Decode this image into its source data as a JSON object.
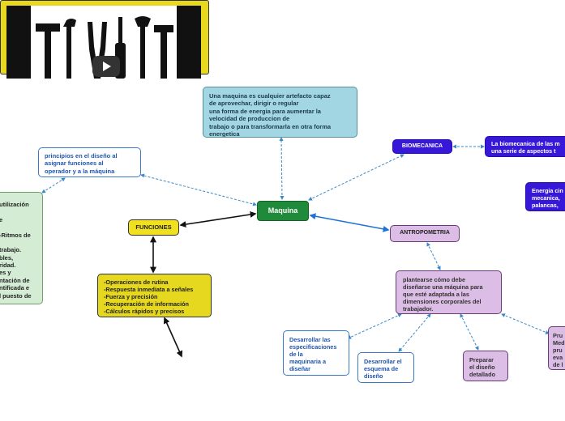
{
  "colors": {
    "dashed_link": "#3a88c8",
    "solid_link": "#111111",
    "blue_link": "#1f72d8"
  },
  "nodes": {
    "definicion": "Una maquina es cualquier artefacto capaz\nde aprovechar, dirigir o regular\nuna forma de energia para aumentar la\nvelocidad de produccion de\ntrabajo o para transformarla en otra forma\nenergetica",
    "maquina": "Maquina",
    "principios": "principios en el diseño al\nasignar funciones al\noperador y a la máquina",
    "utilizacion": "utilización\n\ne\n\n-Ritmos de\n\ntrabajo.\nbles,\nridad.\nes y\nntación de\nntificada e\nl puesto de",
    "funciones": "FUNCIONES",
    "operaciones": "-Operaciones de rutina\n-Respuesta inmediata a señales\n-Fuerza y precisión\n-Recuperación de información\n-Cálculos rápidos y precisos",
    "biomecanica": "BIOMECANICA",
    "biomecanica_def": "La biomecanica de las m\nuna serie de aspectos t",
    "energia": "Energia cin\nmecanica,\npalancas, ",
    "antropometria": "ANTROPOMETRIA",
    "plantearse": "plantearse cómo debe\ndiseñarse una máquina para\nque esté adaptada a las\ndimensiones corporales del\ntrabajador.",
    "desarrollar_tareas": "Desarrollar las\nespecificaciones\nde la\nmaquinaria a\ndiseñar",
    "desarrollar_esquema": "Desarrollar el\nesquema de\ndiseño",
    "preparar": "Preparar\nel diseño\ndetallado",
    "pruebas": "Pru\nMed\npru\neva\nde l"
  },
  "video": {
    "icon": "tools-icon",
    "play_icon": "play-icon"
  }
}
